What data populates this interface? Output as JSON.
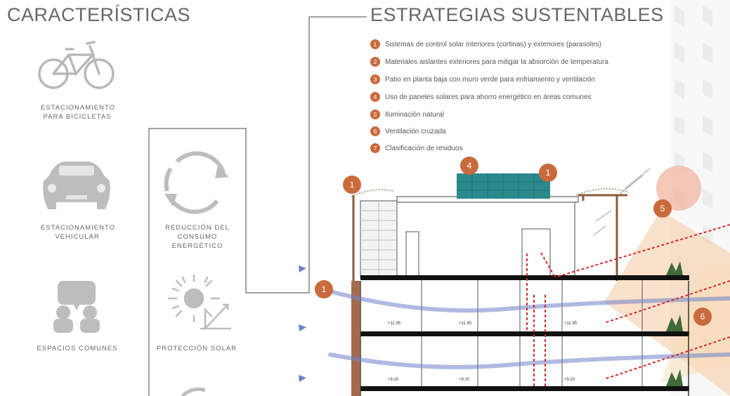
{
  "left_title": "CARACTERÍSTICAS",
  "right_title": "ESTRATEGIAS SUSTENTABLES",
  "features": [
    {
      "icon": "bicycle-icon",
      "line1": "ESTACIONAMIENTO",
      "line2": "PARA BICICLETAS"
    },
    {
      "icon": "car-icon",
      "line1": "ESTACIONAMIENTO",
      "line2": "VEHICULAR"
    },
    {
      "icon": "people-chat-icon",
      "line1": "ESPACIOS COMUNES",
      "line2": ""
    },
    {
      "icon": "recycle-arrows-icon",
      "line1": "REDUCCIÓN DEL",
      "line2": "CONSUMO",
      "line3": "ENERGÉTICO"
    },
    {
      "icon": "sun-protection-icon",
      "line1": "PROTECCIÓN SOLAR",
      "line2": ""
    }
  ],
  "strategies": [
    {
      "n": "1",
      "text": "Sistemas de control solar interiores (cortinas) y exteriores (parasoles)"
    },
    {
      "n": "2",
      "text": "Materiales aislantes exteriores para mitigar la absorción de temperatura"
    },
    {
      "n": "3",
      "text": "Patio en planta baja con muro verde  para enfriamiento y ventilación"
    },
    {
      "n": "4",
      "text": "Uso de paneles solares para ahorro energético en áreas comunes"
    },
    {
      "n": "5",
      "text": "Iluminación natural"
    },
    {
      "n": "6",
      "text": "Ventilación cruzada"
    },
    {
      "n": "7",
      "text": "Clasificación de residuos"
    }
  ],
  "callouts": {
    "a": "4",
    "b": "1",
    "c": "1",
    "d": "5",
    "e": "1",
    "f": "6"
  },
  "levels": {
    "upper": "+11.95",
    "lower": "+9.20"
  },
  "colors": {
    "accent": "#c96a3d",
    "panel": "#2b8a8c",
    "wind": "#6f82c9",
    "arrow": "#d42a2a"
  }
}
